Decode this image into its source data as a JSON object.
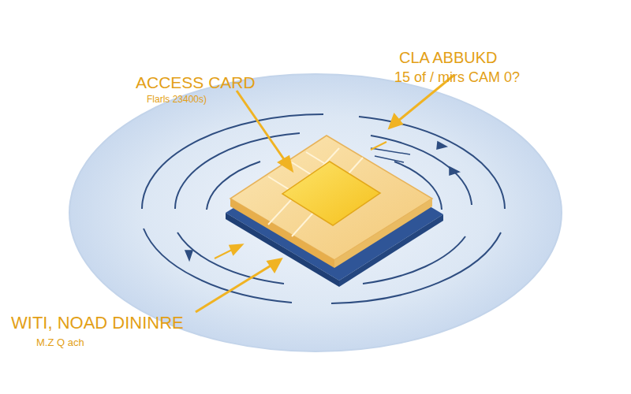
{
  "diagram": {
    "labels": [
      "ACCESS CARD",
      "Flarls 23400s)",
      "CLA ABBUKD",
      "15 of / mirs CAM 0?",
      "WITI, NOAD DININRE",
      "M.Z Q ach"
    ]
  }
}
